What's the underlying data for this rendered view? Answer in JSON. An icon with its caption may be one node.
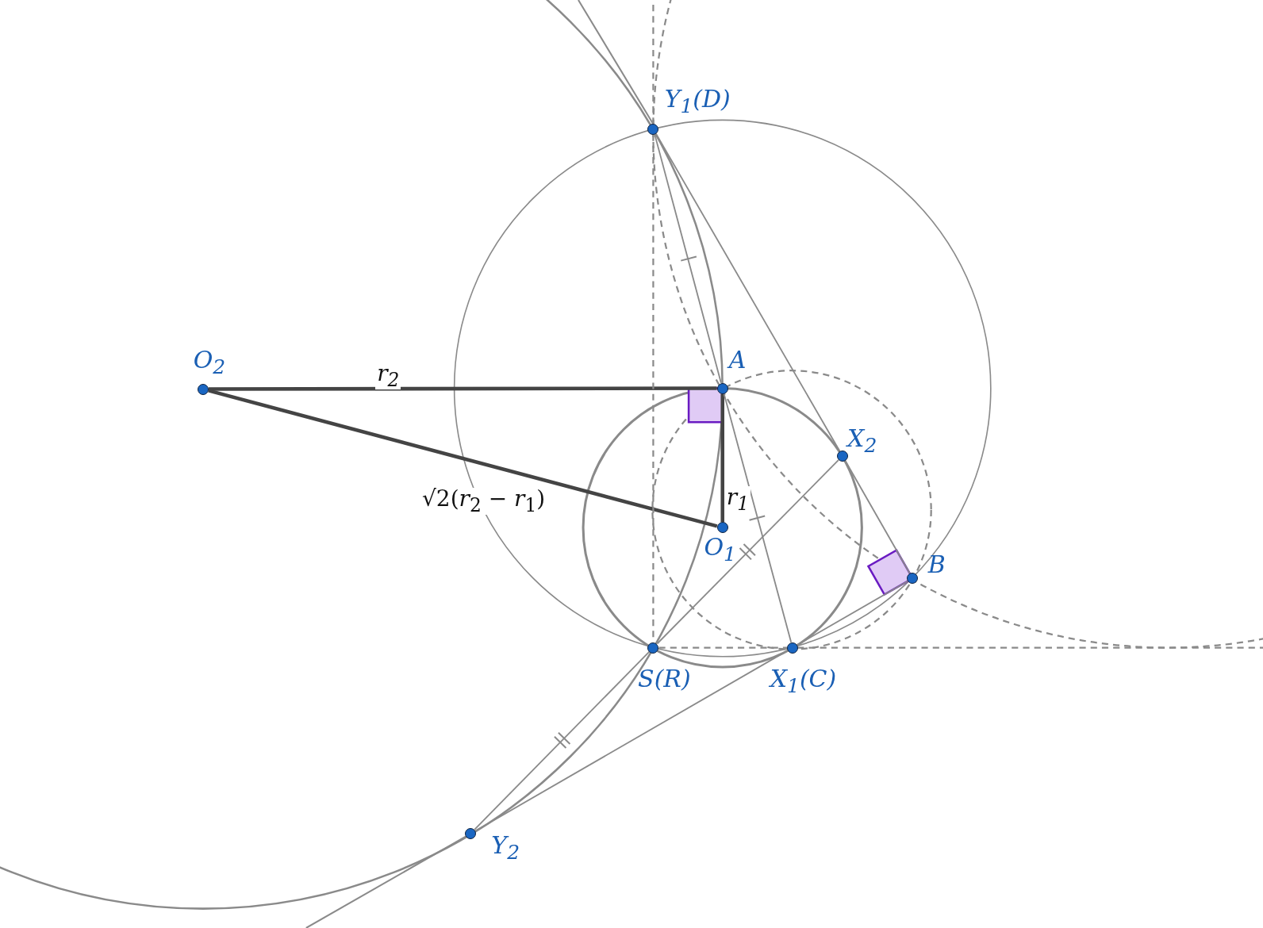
{
  "diagram": {
    "nodes": [
      {
        "text": [],
        "shape": "circle",
        "beside": [
          "Y$_{1}$(D)"
        ]
      },
      {
        "text": [],
        "shape": "circle",
        "beside": [
          "O$_{2}$"
        ]
      },
      {
        "text": [],
        "shape": "circle",
        "beside": [
          "A"
        ]
      },
      {
        "text": [],
        "shape": "circle",
        "beside": [
          "X$_{2}$"
        ]
      },
      {
        "text": [],
        "shape": "circle",
        "beside": [
          "O$_{1}$"
        ]
      },
      {
        "text": [],
        "shape": "circle",
        "beside": [
          "B"
        ]
      },
      {
        "text": [],
        "shape": "circle",
        "beside": [
          "S(R)"
        ]
      },
      {
        "text": [],
        "shape": "circle",
        "beside": [
          "X$_{1}$(C)"
        ]
      },
      {
        "text": [],
        "shape": "circle",
        "beside": [
          "Y$_{2}$"
        ]
      }
    ],
    "edges": [
      {
        "from": 1,
        "to": 2,
        "arrow": "none",
        "label": "*r*$_{2}$",
        "style": "thick",
        "color": "#444444"
      },
      {
        "from": 2,
        "to": 4,
        "arrow": "none",
        "label": "*r*$_{1}$",
        "style": "thick",
        "color": "#444444"
      },
      {
        "from": 1,
        "to": 4,
        "arrow": "none",
        "label": "√2(*r*$_{2}$ − *r*$_{1}$)",
        "style": "thick",
        "color": "#444444"
      },
      {
        "from": 0,
        "to": 2,
        "arrow": "none"
      },
      {
        "from": 2,
        "to": 7,
        "arrow": "none"
      },
      {
        "from": 0,
        "to": 3,
        "arrow": "none"
      },
      {
        "from": 3,
        "to": 5,
        "arrow": "none"
      },
      {
        "from": 8,
        "to": 6,
        "arrow": "none"
      },
      {
        "from": 6,
        "to": 3,
        "arrow": "none"
      },
      {
        "from": 8,
        "to": 7,
        "arrow": "none"
      },
      {
        "from": 7,
        "to": 5,
        "arrow": "none"
      },
      {
        "from": 0,
        "to": 6,
        "arrow": "none",
        "style": "dashed"
      },
      {
        "from": 6,
        "to": 7,
        "arrow": "none",
        "style": "dashed"
      }
    ]
  }
}
